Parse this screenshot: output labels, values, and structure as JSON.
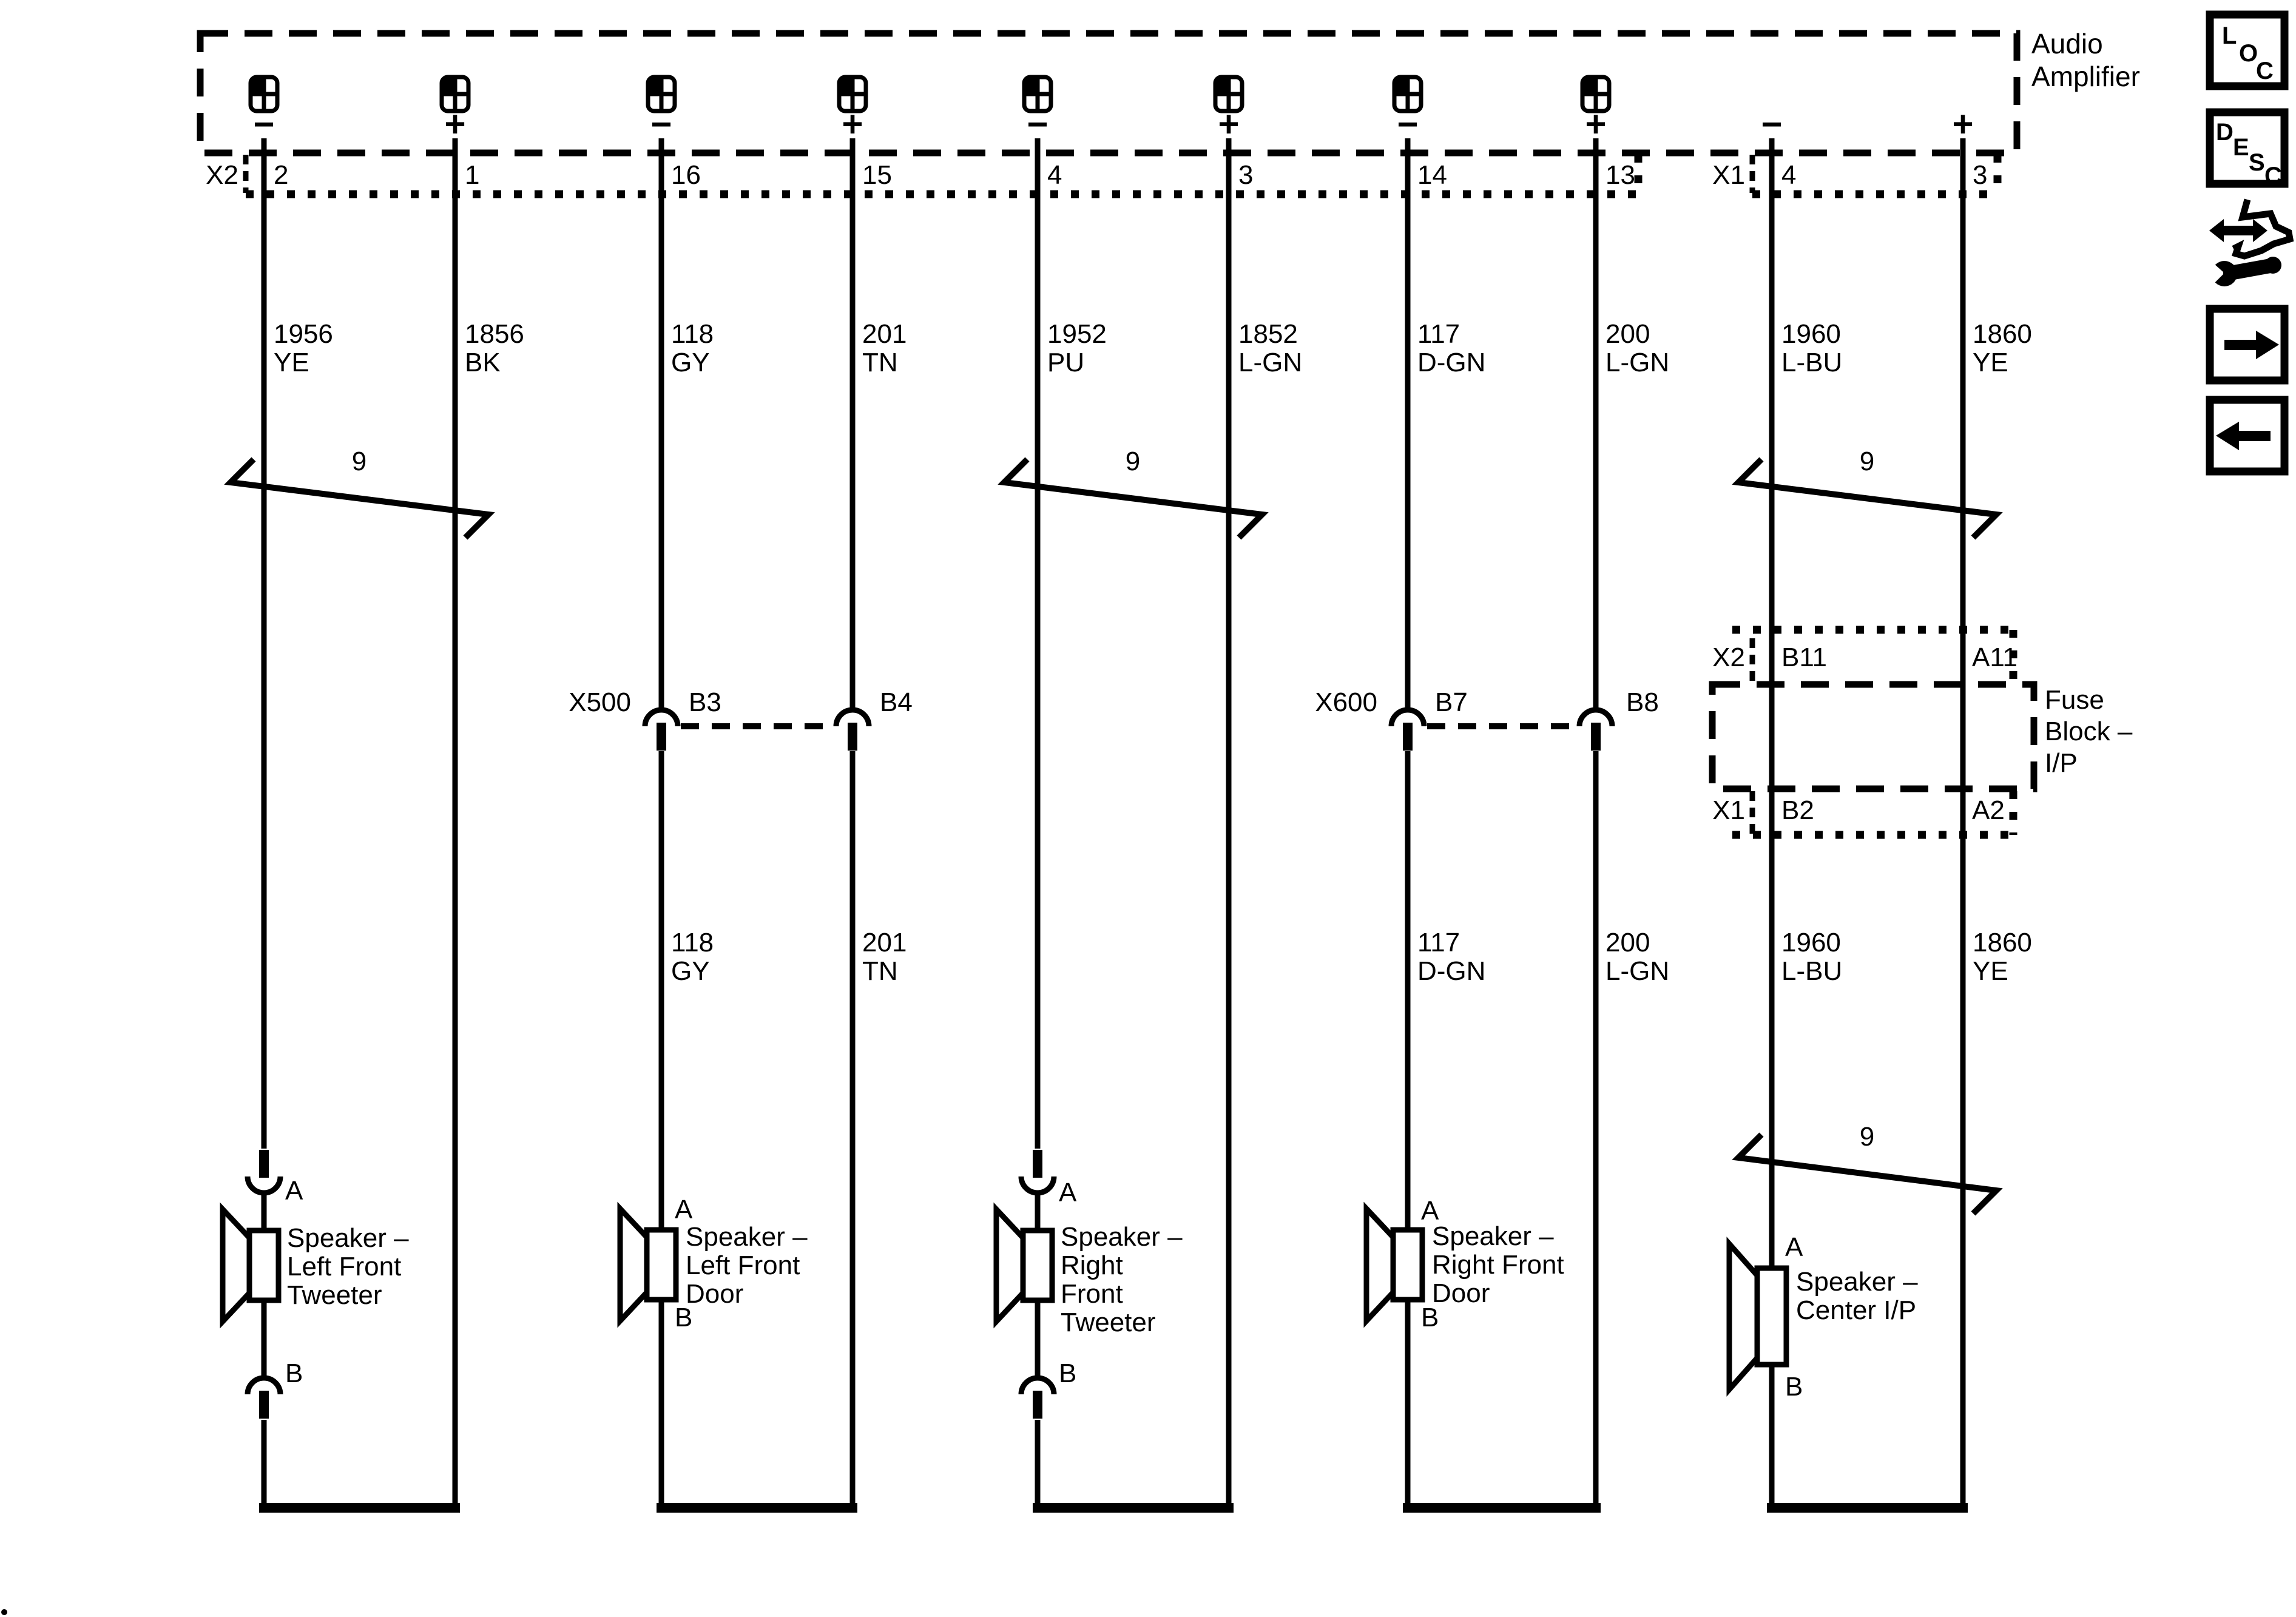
{
  "palette": {
    "ink": "#000000",
    "paper": "#ffffff"
  },
  "shared": {
    "twisted_label": "9"
  },
  "amplifier": {
    "label_line1": "Audio",
    "label_line2": "Amplifier",
    "connector_x2": "X2",
    "connector_x1": "X1"
  },
  "columns": [
    {
      "pin": "2",
      "polarity": "−",
      "circuit": "1956",
      "color": "YE"
    },
    {
      "pin": "1",
      "polarity": "+",
      "circuit": "1856",
      "color": "BK"
    },
    {
      "pin": "16",
      "polarity": "−",
      "circuit": "118",
      "color": "GY",
      "circuit_lower": "118",
      "color_lower": "GY"
    },
    {
      "pin": "15",
      "polarity": "+",
      "circuit": "201",
      "color": "TN",
      "circuit_lower": "201",
      "color_lower": "TN"
    },
    {
      "pin": "4",
      "polarity": "−",
      "circuit": "1952",
      "color": "PU"
    },
    {
      "pin": "3",
      "polarity": "+",
      "circuit": "1852",
      "color": "L-GN"
    },
    {
      "pin": "14",
      "polarity": "−",
      "circuit": "117",
      "color": "D-GN",
      "circuit_lower": "117",
      "color_lower": "D-GN"
    },
    {
      "pin": "13",
      "polarity": "+",
      "circuit": "200",
      "color": "L-GN",
      "circuit_lower": "200",
      "color_lower": "L-GN"
    },
    {
      "pin": "4",
      "polarity": "−",
      "circuit": "1960",
      "color": "L-BU",
      "circuit_lower": "1960",
      "color_lower": "L-BU"
    },
    {
      "pin": "3",
      "polarity": "+",
      "circuit": "1860",
      "color": "YE",
      "circuit_lower": "1860",
      "color_lower": "YE"
    }
  ],
  "inline_connectors": {
    "x500": {
      "name": "X500",
      "left_pin": "B3",
      "right_pin": "B4"
    },
    "x600": {
      "name": "X600",
      "left_pin": "B7",
      "right_pin": "B8"
    }
  },
  "fuse_block": {
    "label_line1": "Fuse",
    "label_line2": "Block –",
    "label_line3": "I/P",
    "top_connector": "X2",
    "top_left_pin": "B11",
    "top_right_pin": "A11",
    "bottom_connector": "X1",
    "bottom_left_pin": "B2",
    "bottom_right_pin": "A2"
  },
  "speakers": [
    {
      "pin_a": "A",
      "pin_b": "B",
      "line1": "Speaker –",
      "line2": "Left Front",
      "line3": "Tweeter"
    },
    {
      "pin_a": "A",
      "pin_b": "B",
      "line1": "Speaker –",
      "line2": "Left Front",
      "line3": "Door"
    },
    {
      "pin_a": "A",
      "pin_b": "B",
      "line1": "Speaker –",
      "line2": "Right",
      "line3": "Front",
      "line4": "Tweeter"
    },
    {
      "pin_a": "A",
      "pin_b": "B",
      "line1": "Speaker –",
      "line2": "Right Front",
      "line3": "Door"
    },
    {
      "pin_a": "A",
      "pin_b": "B",
      "line1": "Speaker –",
      "line2": "Center I/P"
    }
  ],
  "sidebar": {
    "loc_l": "L",
    "loc_o": "O",
    "loc_c": "C",
    "desc_d": "D",
    "desc_e": "E",
    "desc_s": "S",
    "desc_c": "C"
  }
}
